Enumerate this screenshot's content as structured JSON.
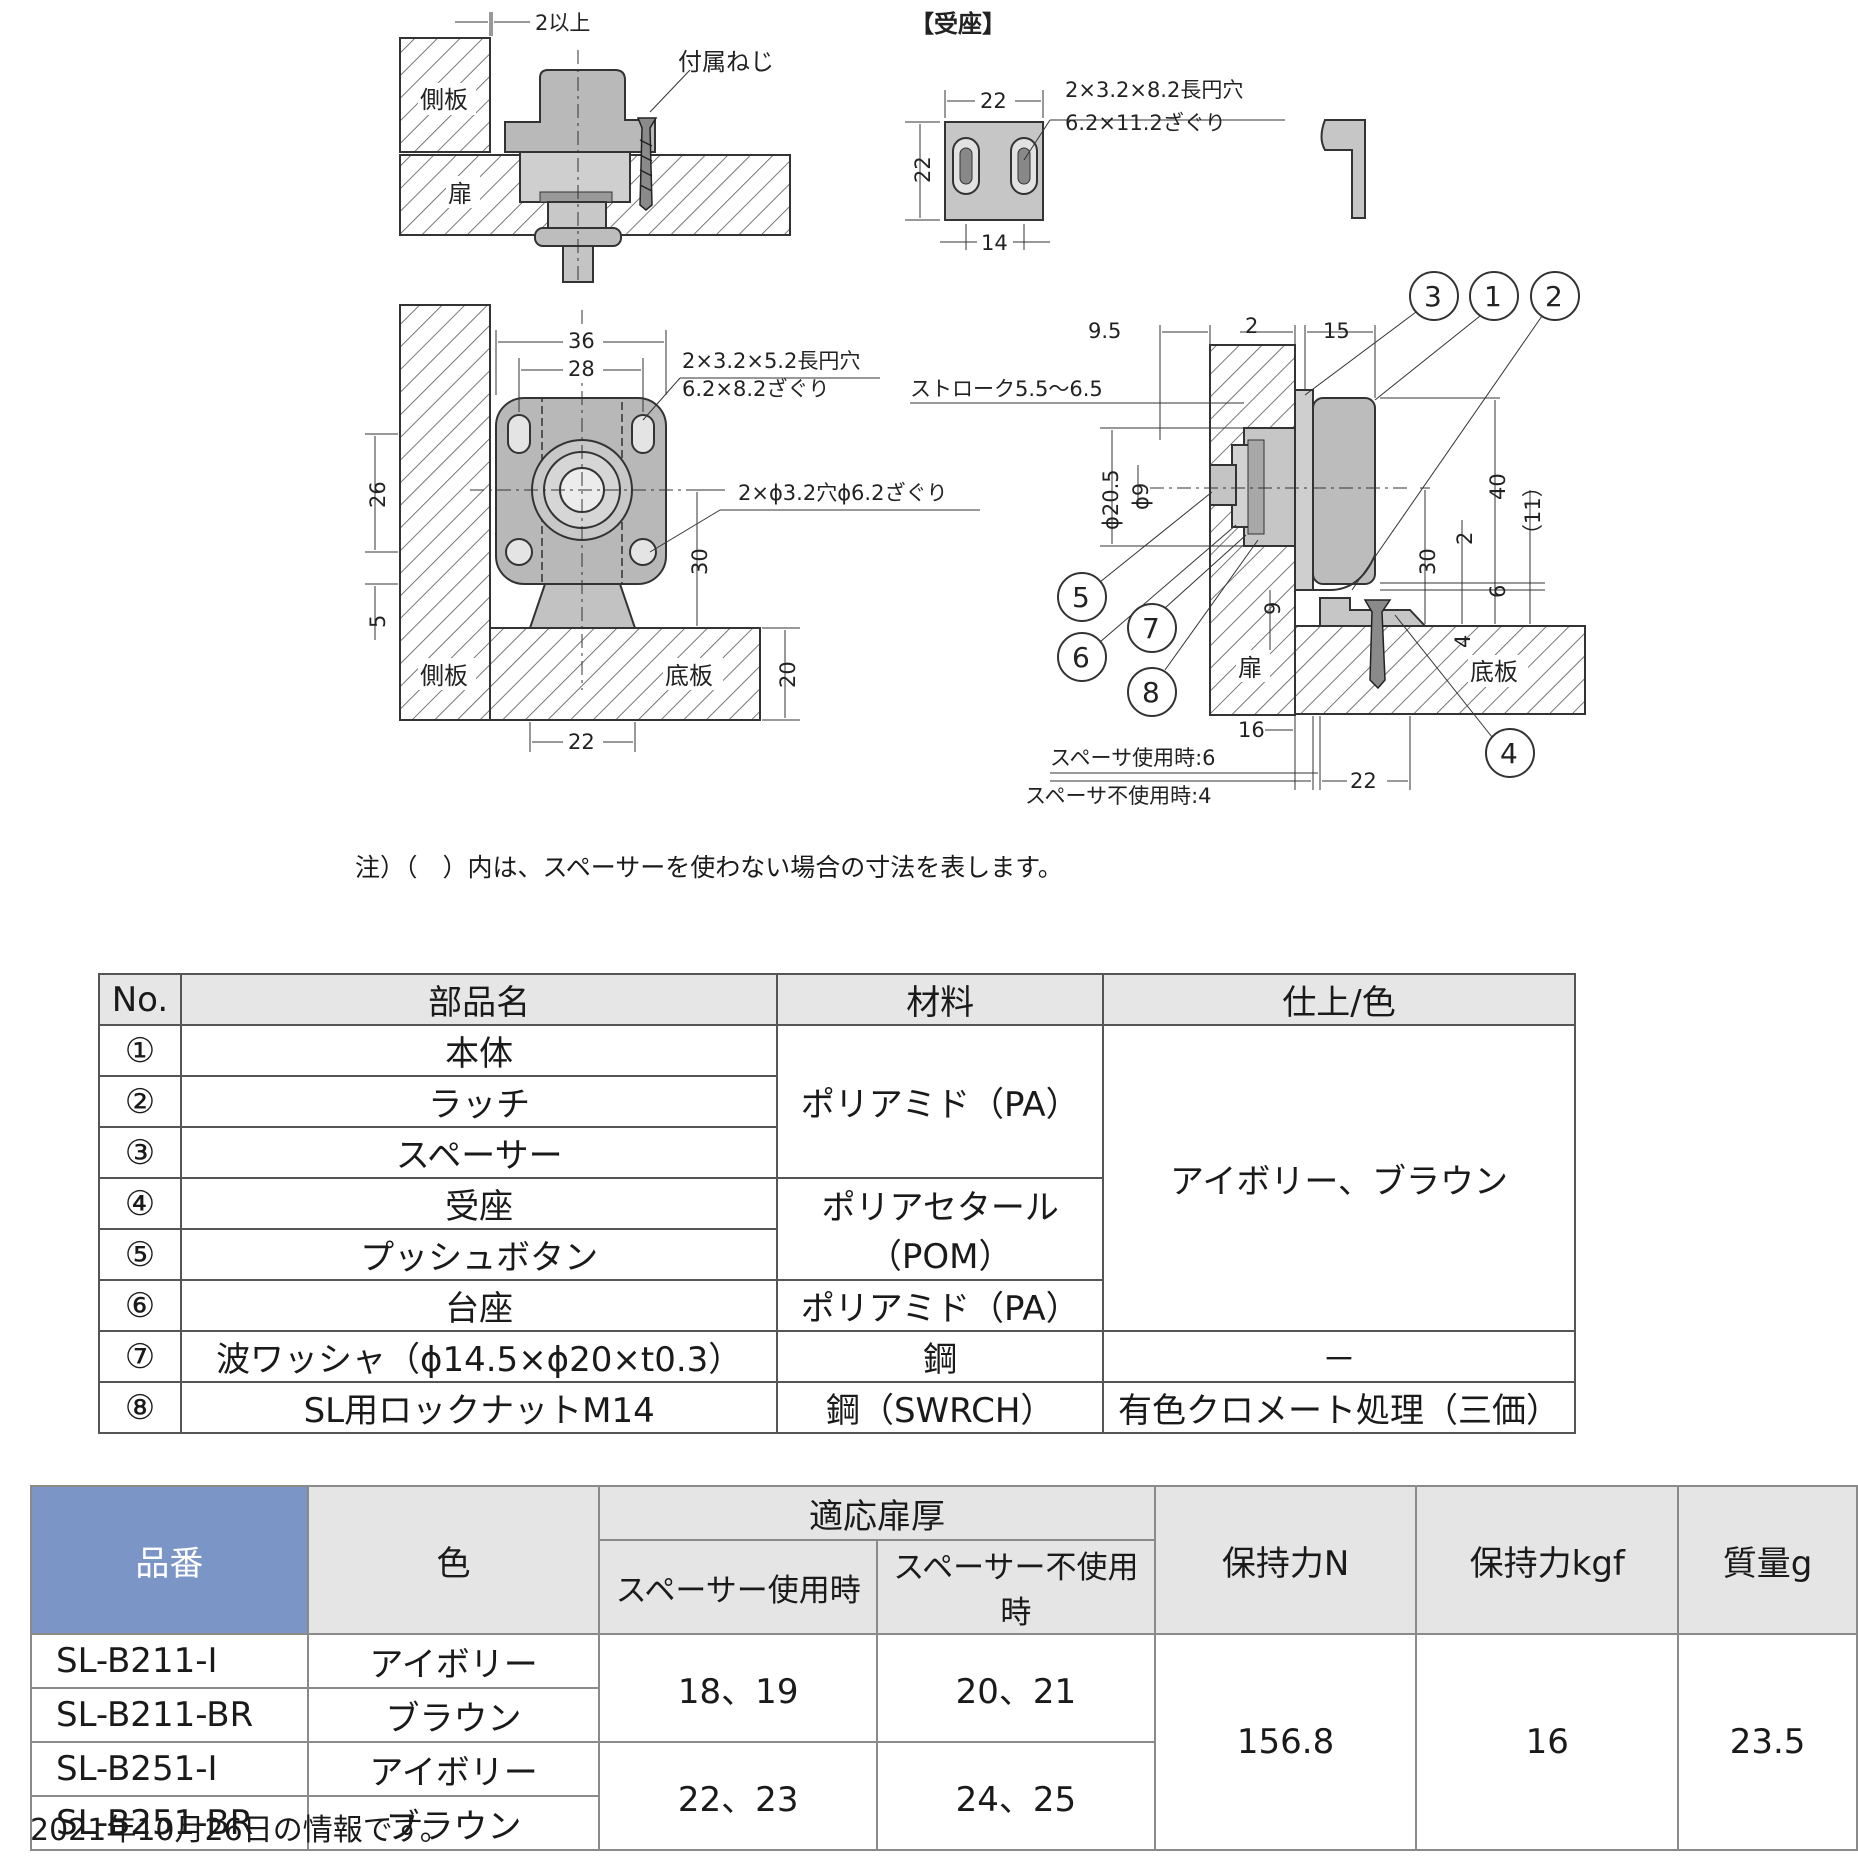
{
  "drawing": {
    "top_left": {
      "gap_label": "2以上",
      "screw_label": "付属ねじ",
      "side_panel": "側板",
      "door": "扉"
    },
    "receiver": {
      "title": "【受座】",
      "width": "22",
      "height": "22",
      "pitch": "14",
      "hole_line1": "2×3.2×8.2長円穴",
      "hole_line2": "6.2×11.2ざぐり"
    },
    "bottom_left": {
      "dim36": "36",
      "dim28": "28",
      "slot_line1": "2×3.2×5.2長円穴",
      "slot_line2": "6.2×8.2ざぐり",
      "hole_label": "2×ϕ3.2穴ϕ6.2ざぐり",
      "dim26": "26",
      "dim5": "5",
      "dim30": "30",
      "dim20": "20",
      "dim22": "22",
      "side_panel": "側板",
      "bottom_panel": "底板"
    },
    "right": {
      "dim9_5": "9.5",
      "dim2": "2",
      "dim15": "15",
      "stroke": "ストローク5.5～6.5",
      "phi20_5": "ϕ20.5",
      "phi9": "ϕ9",
      "dim40": "40",
      "dim2b": "2",
      "dim11": "（11）",
      "dim30": "30",
      "dim6": "6",
      "dim9": "9",
      "dim4": "4",
      "dim16": "16",
      "dim22": "22",
      "spacer_used": "スペーサ使用時:6",
      "spacer_unused": "スペーサ不使用時:4",
      "door": "扉",
      "bottom_panel": "底板",
      "callouts": [
        "3",
        "1",
        "2",
        "5",
        "6",
        "7",
        "8",
        "4"
      ]
    }
  },
  "note": "注）（　）内は、スペーサーを使わない場合の寸法を表します。",
  "parts_table": {
    "headers": [
      "No.",
      "部品名",
      "材料",
      "仕上/色"
    ],
    "nums": [
      "①",
      "②",
      "③",
      "④",
      "⑤",
      "⑥",
      "⑦",
      "⑧"
    ],
    "names": [
      "本体",
      "ラッチ",
      "スペーサー",
      "受座",
      "プッシュボタン",
      "台座",
      "波ワッシャ（ϕ14.5×ϕ20×t0.3）",
      "SL用ロックナットM14"
    ],
    "mat_pa1": "ポリアミド（PA）",
    "mat_pom": "ポリアセタール（POM）",
    "mat_pa2": "ポリアミド（PA）",
    "mat_steel": "鋼",
    "mat_steel_swrch": "鋼（SWRCH）",
    "finish_color": "アイボリー、ブラウン",
    "finish_dash": "－",
    "finish_chromate": "有色クロメート処理（三価）"
  },
  "model_table": {
    "headers": {
      "part_no": "品番",
      "color": "色",
      "door_thickness": "適応扉厚",
      "with_spacer": "スペーサー使用時",
      "without_spacer": "スペーサー不使用時",
      "holding_n": "保持力N",
      "holding_kgf": "保持力kgf",
      "mass": "質量g"
    },
    "rows": [
      {
        "part_no": "SL-B211-I",
        "color": "アイボリー"
      },
      {
        "part_no": "SL-B211-BR",
        "color": "ブラウン"
      },
      {
        "part_no": "SL-B251-I",
        "color": "アイボリー"
      },
      {
        "part_no": "SL-B251-BR",
        "color": "ブラウン"
      }
    ],
    "group1_with": "18、19",
    "group1_without": "20、21",
    "group2_with": "22、23",
    "group2_without": "24、25",
    "holding_n": "156.8",
    "holding_kgf": "16",
    "mass": "23.5"
  },
  "footer": "2021年10月26日の情報です。"
}
